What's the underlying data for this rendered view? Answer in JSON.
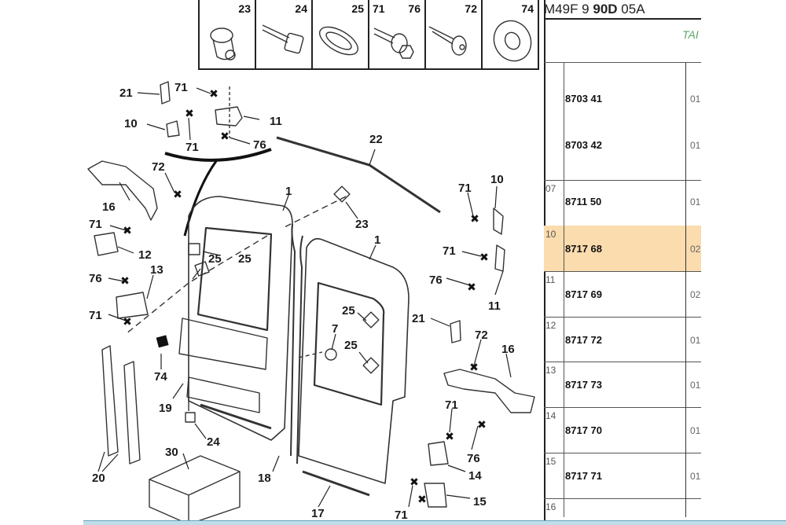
{
  "reference": {
    "prefix": "M49F 9",
    "bold": "90D",
    "suffix": "05A"
  },
  "table_header_label": "TAI",
  "colors": {
    "highlight_row": "#fbdcae",
    "highlight_marker": "#f6d48a",
    "header_label": "#5aa56a"
  },
  "parts_strip": [
    {
      "numbers": [
        "23"
      ],
      "icon": "rubber-plug-icon"
    },
    {
      "numbers": [
        "24"
      ],
      "icon": "square-head-bolt-icon"
    },
    {
      "numbers": [
        "25"
      ],
      "icon": "oval-grommet-icon"
    },
    {
      "numbers": [
        "71",
        "76"
      ],
      "icon": "hex-bolt-with-washer-icon"
    },
    {
      "numbers": [
        "72"
      ],
      "icon": "flange-screw-icon"
    },
    {
      "numbers": [
        "74"
      ],
      "icon": "round-washer-icon"
    }
  ],
  "callouts": {
    "c21a": "21",
    "c71a": "71",
    "c10a": "10",
    "c71b": "71",
    "c11a": "11",
    "c76a": "76",
    "c22": "22",
    "c72a": "72",
    "c16a": "16",
    "c1a": "1",
    "c23": "23",
    "c1b": "1",
    "c71c": "71",
    "c12": "12",
    "c25a": "25",
    "c25b": "25",
    "c13": "13",
    "c76b": "76",
    "c71d": "71",
    "c10b": "10",
    "c71e": "71",
    "c71f": "71",
    "c76c": "76",
    "c11b": "11",
    "c25c": "25",
    "c7": "7",
    "c25d": "25",
    "c21b": "21",
    "c72b": "72",
    "c16b": "16",
    "c74": "74",
    "c19": "19",
    "c24": "24",
    "c30": "30",
    "c20": "20",
    "c18": "18",
    "c17": "17",
    "c71g": "71",
    "c76d": "76",
    "c14": "14",
    "c15": "15",
    "c71h": "71"
  },
  "table_rows": [
    {
      "index": "",
      "part": "8703 41",
      "qty": "01",
      "highlighted": false
    },
    {
      "index": "",
      "part": "8703 42",
      "qty": "01",
      "highlighted": false
    },
    {
      "index": "07",
      "part": "8711 50",
      "qty": "01",
      "highlighted": false
    },
    {
      "index": "10",
      "part": "8717 68",
      "qty": "02",
      "highlighted": true
    },
    {
      "index": "11",
      "part": "8717 69",
      "qty": "02",
      "highlighted": false
    },
    {
      "index": "12",
      "part": "8717 72",
      "qty": "01",
      "highlighted": false
    },
    {
      "index": "13",
      "part": "8717 73",
      "qty": "01",
      "highlighted": false
    },
    {
      "index": "14",
      "part": "8717 70",
      "qty": "01",
      "highlighted": false
    },
    {
      "index": "15",
      "part": "8717 71",
      "qty": "01",
      "highlighted": false
    },
    {
      "index": "16",
      "part": "",
      "qty": "",
      "highlighted": false
    }
  ]
}
